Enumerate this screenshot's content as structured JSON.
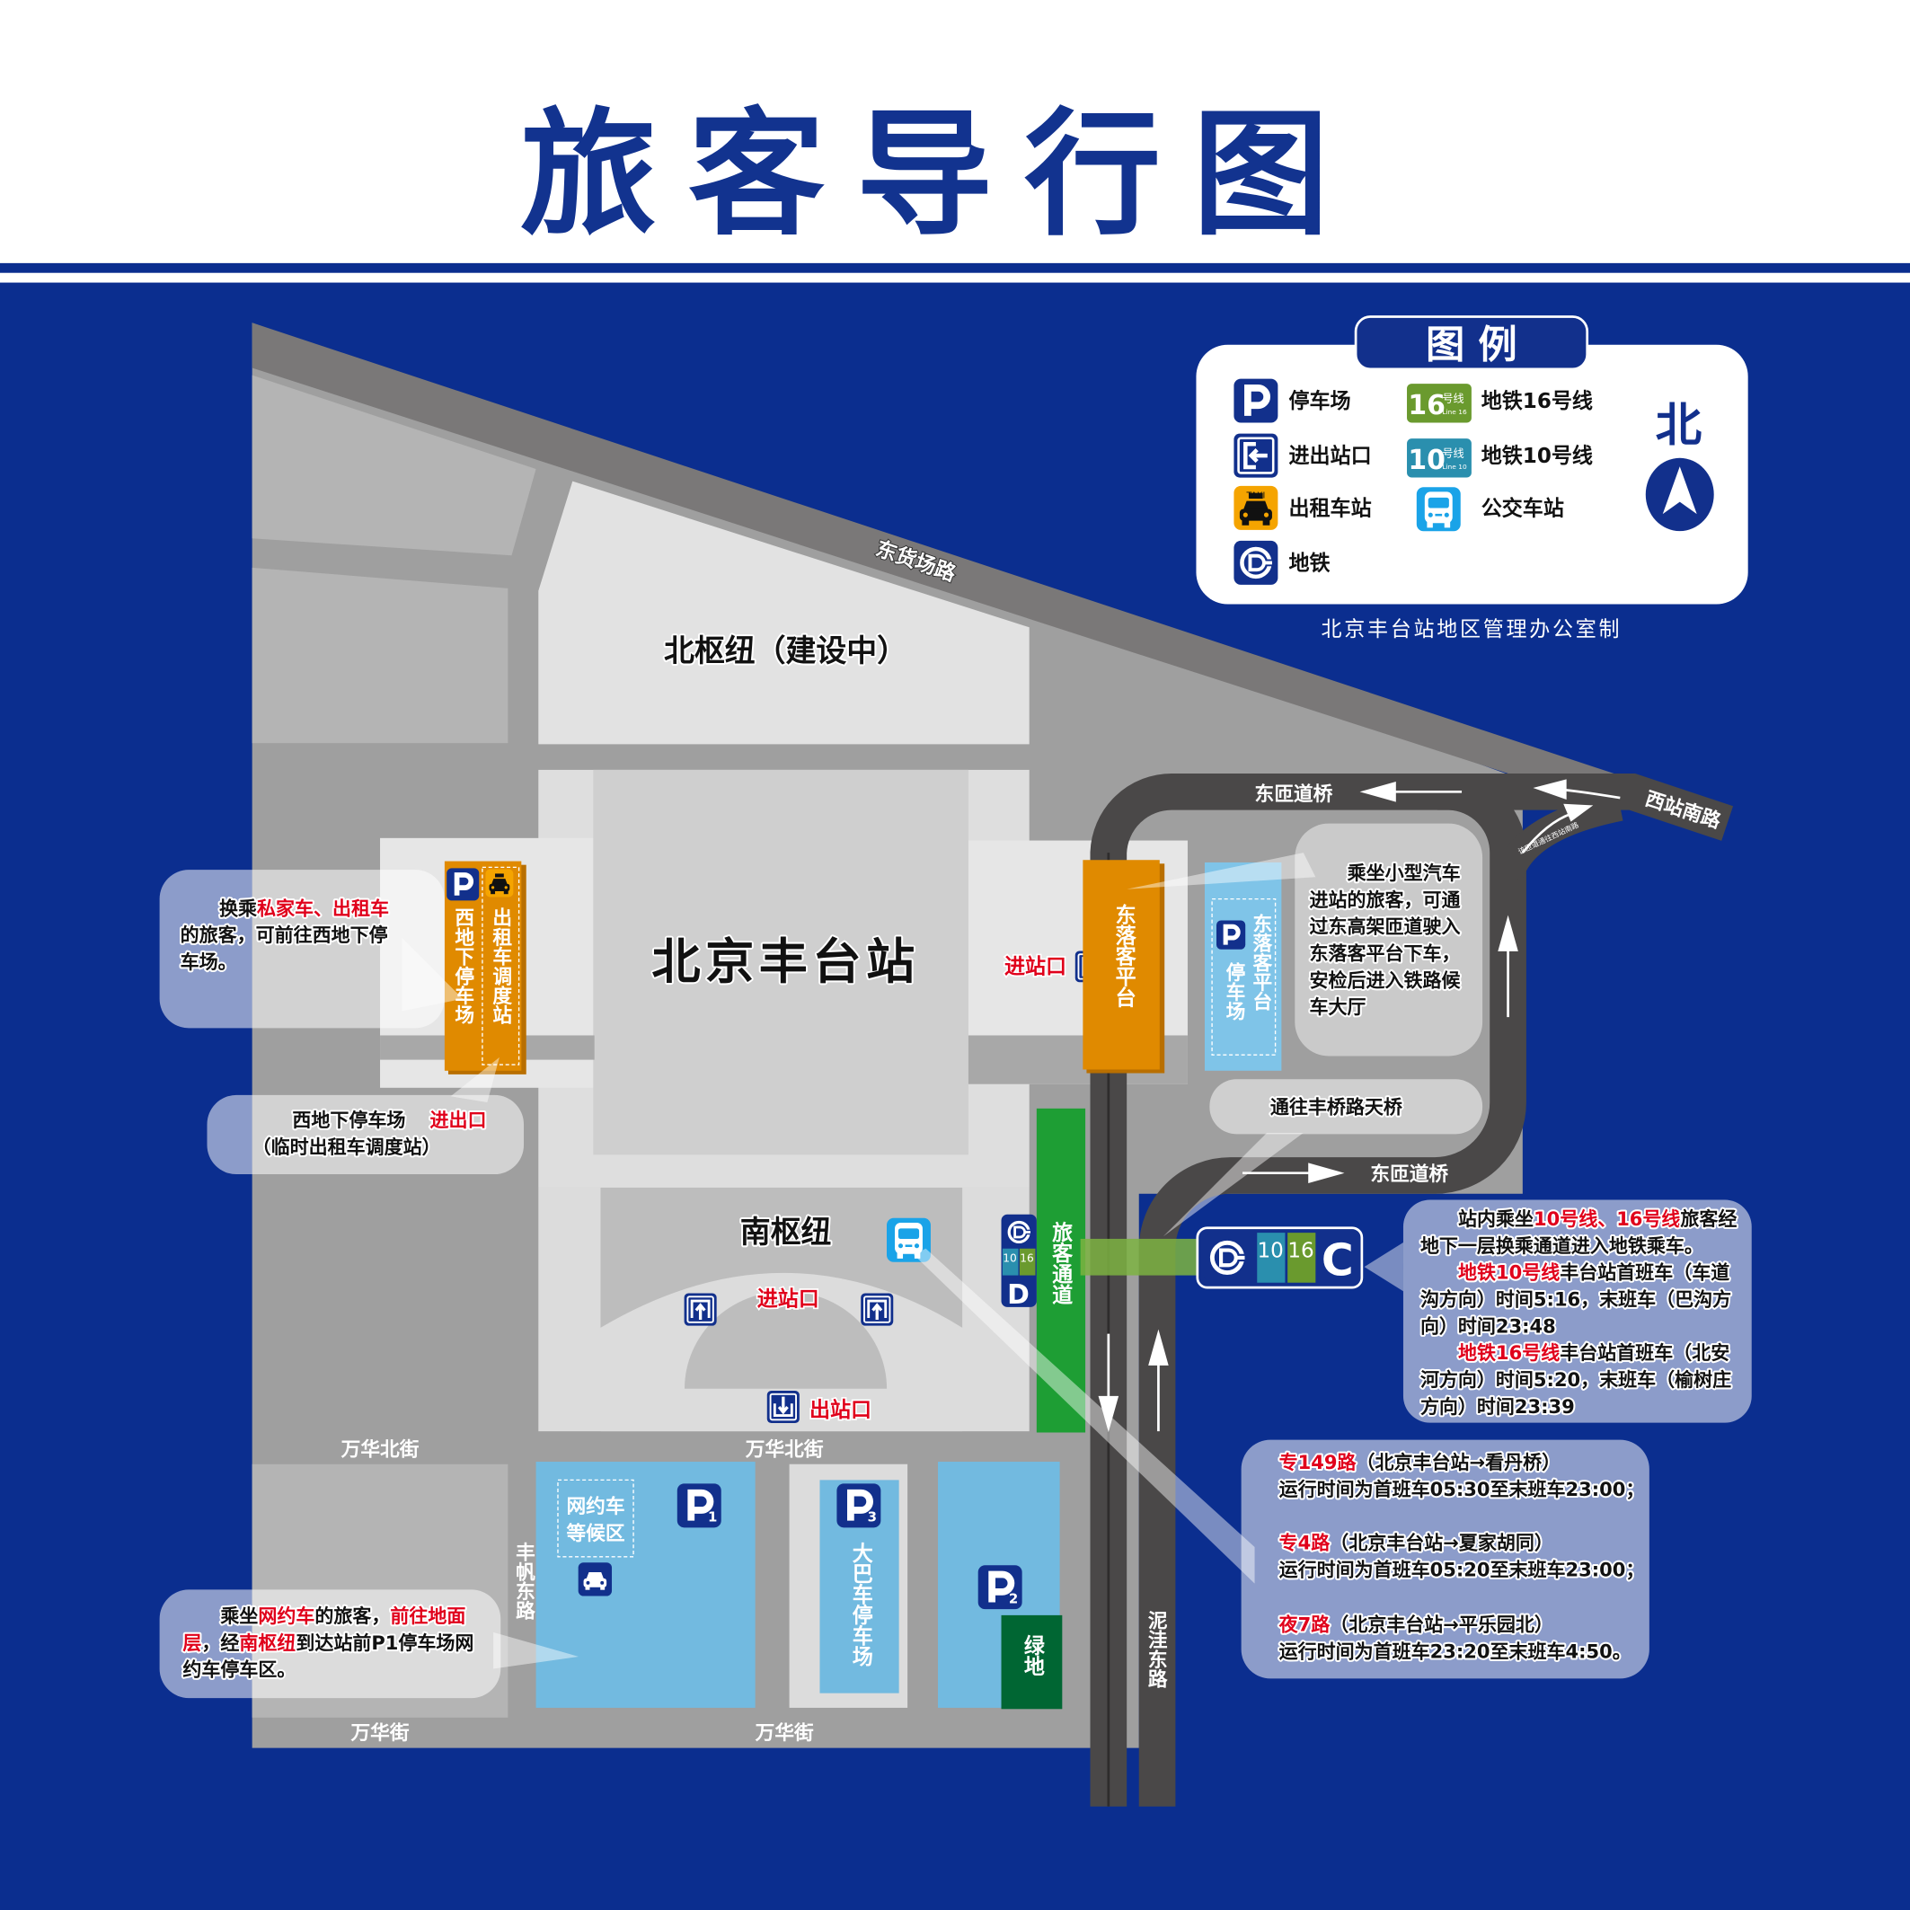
{
  "title": "旅客导行图",
  "colors": {
    "navy": "#0b2e8f",
    "orange": "#e08a00",
    "light_blue": "#72bae0",
    "corridor_green": "#1e9e34",
    "greenland": "#006633",
    "line16": "#6a9a2e",
    "line10": "#2a8fae",
    "highlight_red": "#e0001b"
  },
  "legend": {
    "title": "图 例",
    "items": [
      {
        "icon": "parking-icon",
        "label": "停车场"
      },
      {
        "icon": "entrance-exit-icon",
        "label": "进出站口"
      },
      {
        "icon": "taxi-icon",
        "label": "出租车站"
      },
      {
        "icon": "metro-icon",
        "label": "地铁"
      },
      {
        "icon": "line-16-badge",
        "label": "地铁16号线"
      },
      {
        "icon": "line-10-badge",
        "label": "地铁10号线"
      },
      {
        "icon": "bus-icon",
        "label": "公交车站"
      }
    ],
    "badge16": {
      "num": "16",
      "cn": "号线",
      "en": "Line 16"
    },
    "badge10": {
      "num": "10",
      "cn": "号线",
      "en": "Line 10"
    },
    "taxi_sign": "TAXI",
    "north": "北",
    "credit": "北京丰台站地区管理办公室制"
  },
  "map": {
    "north_hub": "北枢纽（建设中）",
    "station": "北京丰台站",
    "south_hub": "南枢纽",
    "roads": {
      "donghuochang": "东货场路",
      "east_ramp_top": "东匝道桥",
      "east_ramp_bottom": "东匝道桥",
      "xizhan_nan": "西站南路",
      "ramp_note": "该匝道通往西站南路",
      "niwa_east": "泥洼东路",
      "fengfan_east": "丰帆东路",
      "wanhua_north_1": "万华北街",
      "wanhua_north_2": "万华北街",
      "wanhua_1": "万华街",
      "wanhua_2": "万华街"
    },
    "areas": {
      "west_parking": "西地下停车场",
      "taxi_dispatch": "出租车调度站",
      "east_platform": "东落客平台",
      "east_parking_a": "东落客平台",
      "east_parking_b": "停车场",
      "passenger_corridor": "旅客通道",
      "ride_hailing_1": "网约车",
      "ride_hailing_2": "等候区",
      "bus_parking": "大巴车停车场",
      "greenland": "绿地"
    },
    "parking_numbers": {
      "p1": "1",
      "p2": "2",
      "p3": "3"
    },
    "metro_exits": {
      "d": "D",
      "c": "C",
      "line10": "10",
      "line16": "16"
    },
    "entrances": {
      "station_entrance": "进站口",
      "south_entrance": "进站口",
      "south_exit": "出站口"
    }
  },
  "callouts": {
    "west_transfer": [
      "换乘",
      "私家车、出租车",
      "的旅客，可前往西地下停",
      "车场。"
    ],
    "west_parking_exit": [
      "西地下停车场",
      "进出口",
      "（临时出租车调度站）"
    ],
    "east_platform": [
      "乘坐小型汽车",
      "进站的旅客，可通",
      "过东高架匝道驶入",
      "东落客平台下车，",
      "安检后进入铁路候",
      "车大厅"
    ],
    "skybridge": "通往丰桥路天桥",
    "subway": [
      "站内乘坐",
      "10号线、16号线",
      "旅客经",
      "地下一层换乘通道进入地铁乘车。",
      "地铁10号线",
      "丰台站首班车（车道",
      "沟方向）时间5:16，末班车（巴沟方",
      "向）时间23:48",
      "地铁16号线",
      "丰台站首班车（北安",
      "河方向）时间5:20，末班车（榆树庄",
      "方向）时间23:39"
    ],
    "bus_routes": [
      {
        "name": "专149路",
        "route": "（北京丰台站→看丹桥）",
        "time": "运行时间为首班车05:30至末班车23:00；"
      },
      {
        "name": "专4路",
        "route": "（北京丰台站→夏家胡同）",
        "time": "运行时间为首班车05:20至末班车23:00；"
      },
      {
        "name": "夜7路",
        "route": "（北京丰台站→平乐园北）",
        "time": "运行时间为首班车23:20至末班车4:50。"
      }
    ],
    "ride_hailing": [
      "乘坐",
      "网约车",
      "的旅客，",
      "前往地面",
      "层",
      "，经",
      "南枢纽",
      "到达站前P1停车场网",
      "约车停车区。"
    ]
  }
}
